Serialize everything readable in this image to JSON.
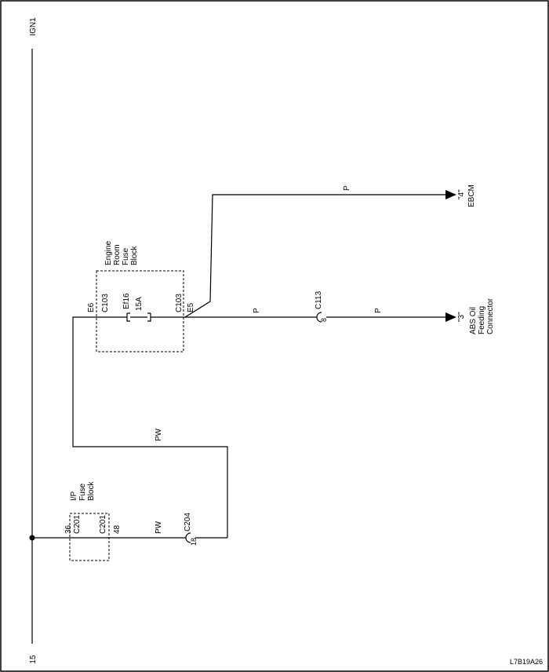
{
  "diagram": {
    "bus_top_label": "IGN1",
    "bus_bottom_label": "15",
    "figure_id": "L7B19A26",
    "ip_fuse_block": {
      "title_lines": [
        "I/P",
        "Fuse",
        "Block"
      ],
      "pin_in": "36",
      "conn_in": "C201",
      "conn_out": "C201",
      "pin_out": "48"
    },
    "engine_fuse_block": {
      "title_lines": [
        "Engine",
        "Room",
        "Fuse",
        "Block"
      ],
      "pin_in": "E6",
      "conn_in": "C103",
      "fuse_name": "Ef16",
      "fuse_rating": "15A",
      "conn_out": "C103",
      "pin_out": "E5"
    },
    "wire_pw_lower": "PW",
    "wire_pw_upper": "PW",
    "c204": {
      "name": "C204",
      "pin": "18"
    },
    "c113": {
      "name": "C113",
      "pin": "8"
    },
    "wire_p_before_c113": "P",
    "wire_p_after_c113": "P",
    "wire_p_ebcm": "P",
    "ebcm": {
      "pin": "\"4\"",
      "label": "EBCM"
    },
    "abs_connector": {
      "pin": "\"3\"",
      "label_lines": [
        "ABS Oil",
        "Feeding",
        "Connector"
      ]
    }
  }
}
